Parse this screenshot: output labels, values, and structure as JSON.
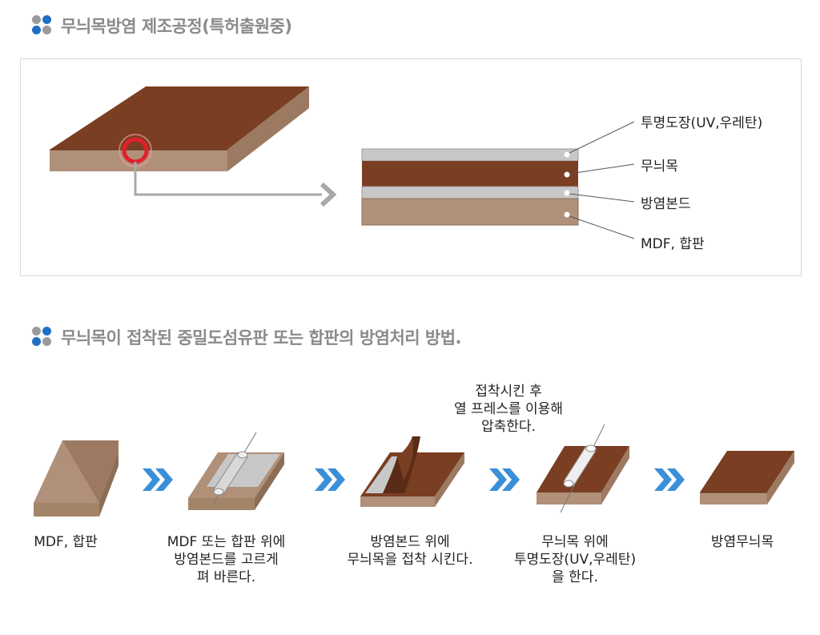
{
  "section1": {
    "title": "무늬목방염 제조공정(특허출원중)"
  },
  "section2": {
    "title": "무늬목이 접착된 중밀도섬유판 또는 합판의 방염처리 방법."
  },
  "layers": [
    {
      "label": "투명도장(UV,우레탄)"
    },
    {
      "label": "무늬목"
    },
    {
      "label": "방염본드"
    },
    {
      "label": "MDF, 합판"
    }
  ],
  "steps": [
    {
      "label": "MDF, 합판"
    },
    {
      "label": "MDF 또는 합판 위에\n방염본드를 고르게\n펴 바른다."
    },
    {
      "label": "방염본드 위에\n무늬목을 접착 시킨다."
    },
    {
      "label": "무늬목 위에\n투명도장(UV,우레탄)\n을 한다."
    },
    {
      "label": "방염무늬목"
    }
  ],
  "press_note": "접착시킨 후\n열 프레스를 이용해\n압축한다.",
  "colors": {
    "veneer": "#7a3e22",
    "mdf": "#b09078",
    "mdf_side": "#9c7a62",
    "coating": "#c8c8c8",
    "arrow": "#3a8fd8",
    "highlight_ring": "#e0202a",
    "dot_blue": "#1f6fc4",
    "dot_gray": "#9a9a9a"
  },
  "icons": {
    "bullet": "four-dot-icon",
    "step_arrow": "double-chevron-right-icon",
    "zoom_arrow": "arrow-right-icon"
  }
}
